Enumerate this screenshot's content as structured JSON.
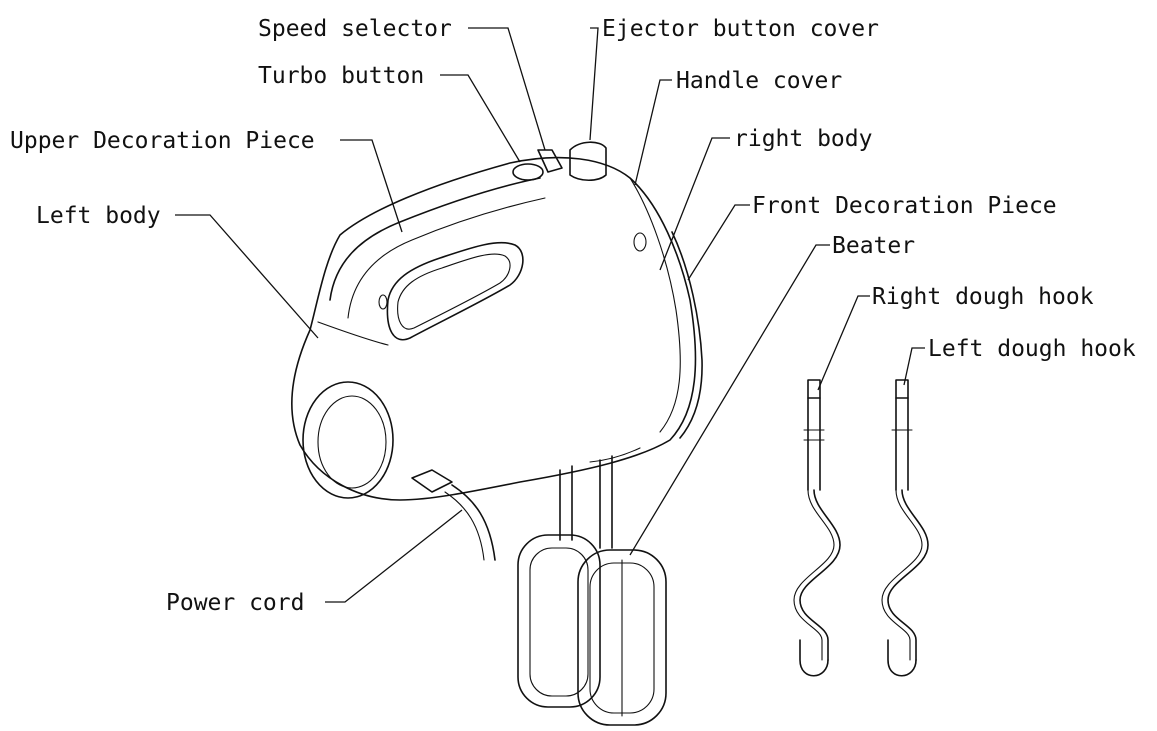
{
  "labels": {
    "speed_selector": "Speed selector",
    "ejector_button_cover": "Ejector button cover",
    "turbo_button": "Turbo button",
    "handle_cover": "Handle cover",
    "upper_decoration_piece": "Upper Decoration Piece",
    "right_body": "right body",
    "left_body": "Left body",
    "front_decoration_piece": "Front Decoration Piece",
    "beater": "Beater",
    "right_dough_hook": "Right dough hook",
    "left_dough_hook": "Left dough hook",
    "power_cord": "Power cord"
  },
  "colors": {
    "ink": "#111111",
    "background": "#ffffff"
  }
}
